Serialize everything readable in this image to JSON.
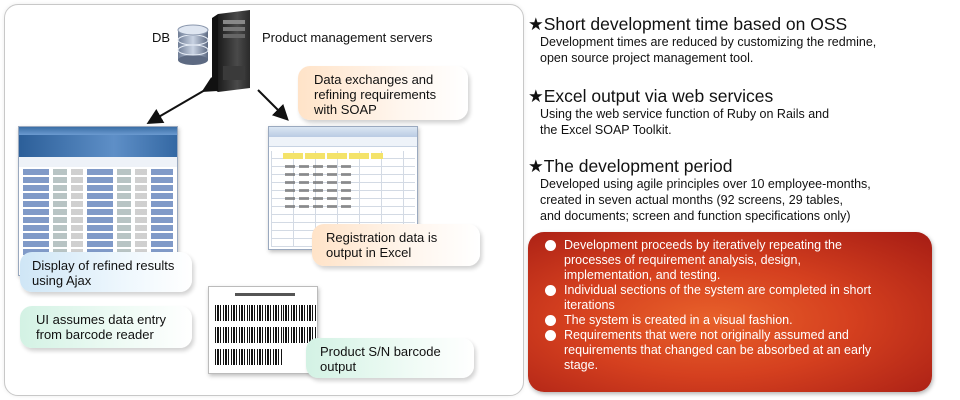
{
  "diagram": {
    "db_label": "DB",
    "server_label": "Product management servers",
    "callouts": {
      "soap": [
        "Data exchanges and",
        "refining requirements",
        "with SOAP"
      ],
      "excel": [
        "Registration data is",
        "output in Excel"
      ],
      "ajax": [
        "Display of refined results",
        "using Ajax"
      ],
      "barcode_ui": [
        "UI assumes data entry",
        "from barcode reader"
      ],
      "sn": [
        "Product S/N barcode",
        "output"
      ]
    }
  },
  "sections": [
    {
      "heading": "★Short development time based on OSS",
      "lines": [
        "Development times are reduced by customizing the redmine,",
        "open source project management tool."
      ]
    },
    {
      "heading": "★Excel output via web services",
      "lines": [
        "Using the web service function of Ruby on Rails and",
        "the Excel SOAP Toolkit."
      ]
    },
    {
      "heading": "★The development period",
      "lines": [
        "Developed using agile principles over 10 employee-months,",
        "created in seven actual months (92 screens, 29 tables,",
        "and documents; screen and function specifications only)"
      ]
    }
  ],
  "bullets": [
    [
      "Development proceeds by iteratively repeating the",
      "processes of requirement analysis, design,",
      "implementation, and testing."
    ],
    [
      "Individual sections of the system are completed in short",
      "iterations"
    ],
    [
      "The system is created in a visual fashion."
    ],
    [
      "Requirements that were not originally assumed and",
      "requirements that changed can be absorbed at an early",
      "stage."
    ]
  ],
  "colors": {
    "red_box": "#d5401f",
    "callout_peach": "#ffe3c8",
    "callout_blue": "#cfe6f6",
    "callout_green": "#d3f2e4"
  }
}
